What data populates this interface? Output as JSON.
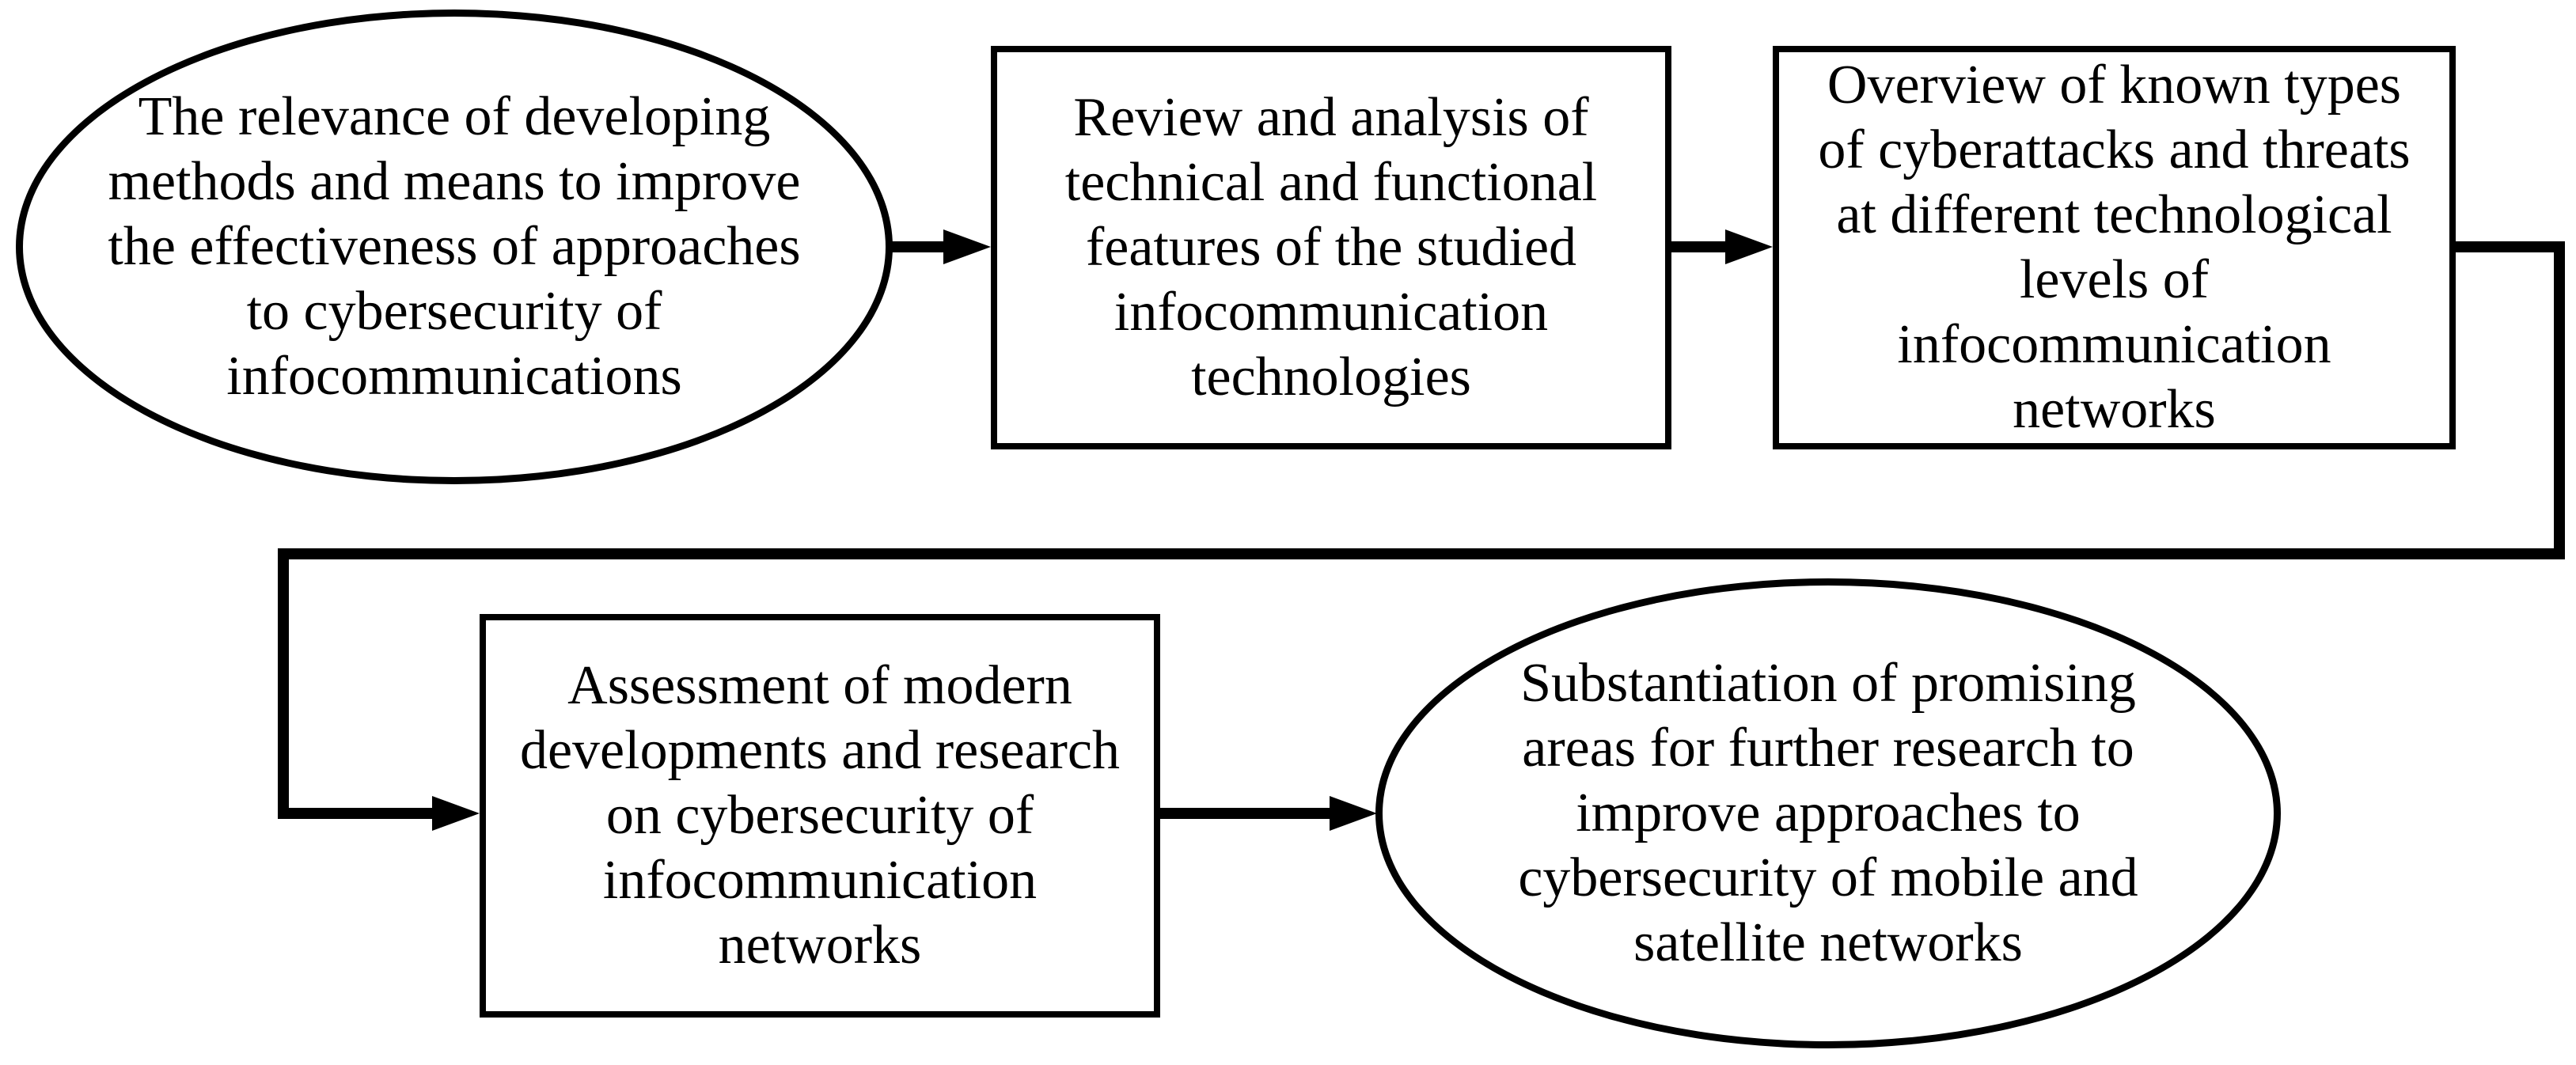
{
  "diagram": {
    "title": "Research flow diagram on cybersecurity of infocommunication networks",
    "background_color": "#ffffff",
    "stroke_color": "#000000",
    "nodes": [
      {
        "id": "start",
        "shape": "ellipse",
        "lines": [
          "The relevance of developing",
          "methods and means to improve",
          "the effectiveness of approaches",
          "to cybersecurity of",
          "infocommunications"
        ]
      },
      {
        "id": "review",
        "shape": "rect",
        "lines": [
          "Review and analysis of",
          "technical and functional",
          "features of the studied",
          "infocommunication",
          "technologies"
        ]
      },
      {
        "id": "overview",
        "shape": "rect",
        "lines": [
          "Overview of known types",
          "of cyberattacks and threats",
          "at different technological",
          "levels of",
          "infocommunication",
          "networks"
        ]
      },
      {
        "id": "assessment",
        "shape": "rect",
        "lines": [
          "Assessment of modern",
          "developments and research",
          "on cybersecurity of",
          "infocommunication",
          "networks"
        ]
      },
      {
        "id": "substantiation",
        "shape": "ellipse",
        "lines": [
          "Substantiation of promising",
          "areas for further research to",
          "improve approaches to",
          "cybersecurity of mobile and",
          "satellite networks"
        ]
      }
    ],
    "connectors": [
      {
        "from": "start",
        "to": "review",
        "type": "straight-arrow"
      },
      {
        "from": "review",
        "to": "overview",
        "type": "straight-arrow"
      },
      {
        "from": "overview",
        "to": "assessment",
        "type": "wrap-around-arrow"
      },
      {
        "from": "assessment",
        "to": "substantiation",
        "type": "straight-arrow"
      }
    ]
  }
}
